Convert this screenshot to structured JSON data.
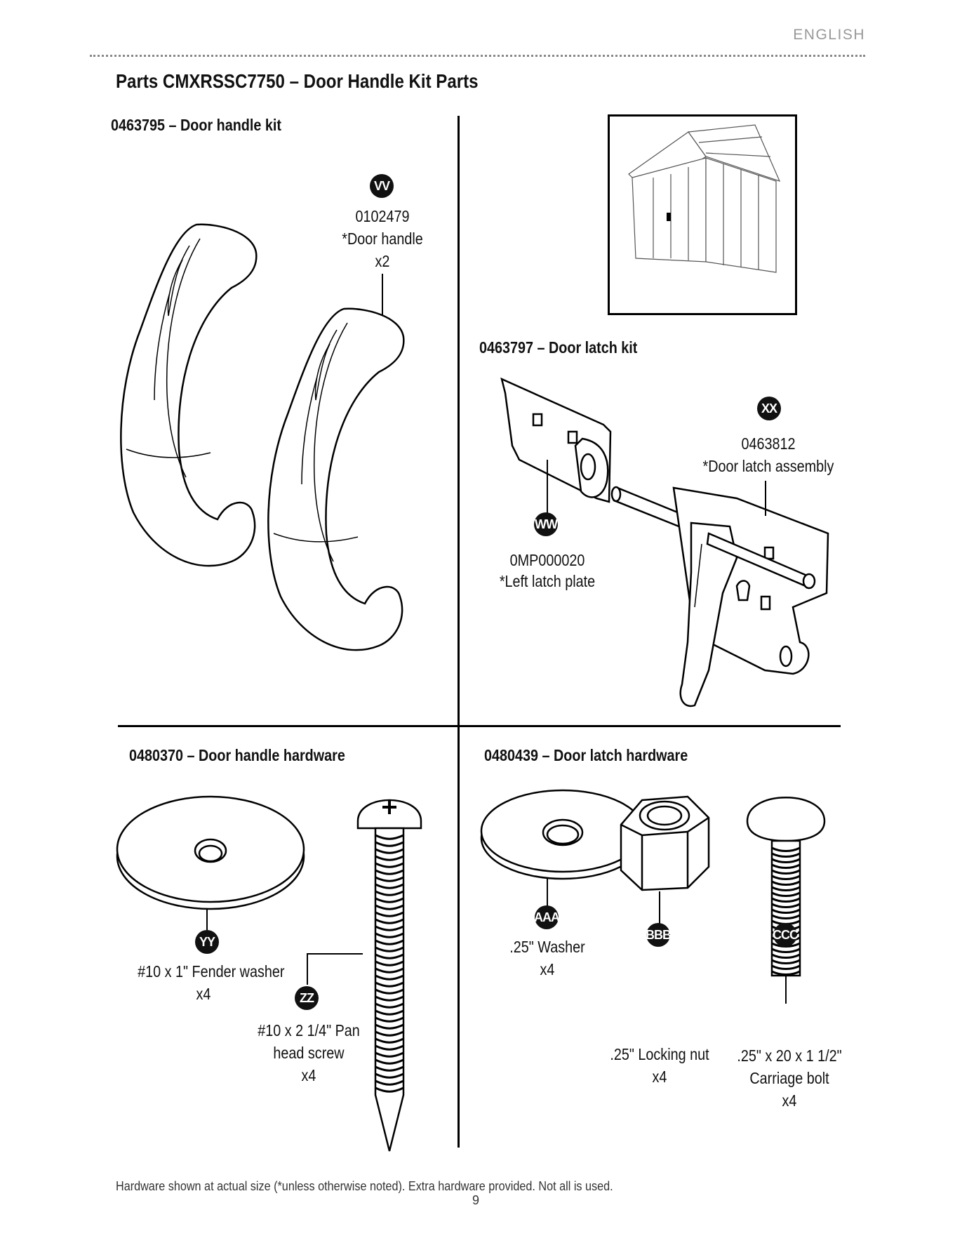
{
  "header": {
    "language": "ENGLISH"
  },
  "title": "Parts CMXRSSC7750 – Door Handle Kit Parts",
  "sections": {
    "handle_kit": {
      "heading": "0463795 – Door handle kit",
      "part": {
        "badge": "VV",
        "number": "0102479",
        "name": "*Door handle",
        "qty": "x2"
      }
    },
    "latch_kit": {
      "heading": "0463797 – Door latch kit",
      "parts": [
        {
          "badge": "WW",
          "number": "0MP000020",
          "name": "*Left latch plate"
        },
        {
          "badge": "XX",
          "number": "0463812",
          "name": "*Door latch assembly"
        }
      ]
    },
    "handle_hardware": {
      "heading": "0480370 – Door  handle hardware",
      "parts": [
        {
          "badge": "YY",
          "name": "#10 x 1\" Fender washer",
          "qty": "x4"
        },
        {
          "badge": "ZZ",
          "name": "#10 x 2 1/4\"  Pan",
          "name2": "head screw",
          "qty": "x4"
        }
      ]
    },
    "latch_hardware": {
      "heading": "0480439 – Door  latch hardware",
      "parts": [
        {
          "badge": "AAA",
          "name": ".25\" Washer",
          "qty": "x4"
        },
        {
          "badge": "BBB",
          "name": ".25\" Locking nut",
          "qty": "x4"
        },
        {
          "badge": "CCC",
          "name": ".25\" x 20 x 1 1/2\"",
          "name2": "Carriage bolt",
          "qty": "x4"
        }
      ]
    }
  },
  "footer": {
    "note": "Hardware shown at actual size (*unless otherwise noted). Extra hardware provided. Not all is used.",
    "page_number": "9"
  }
}
